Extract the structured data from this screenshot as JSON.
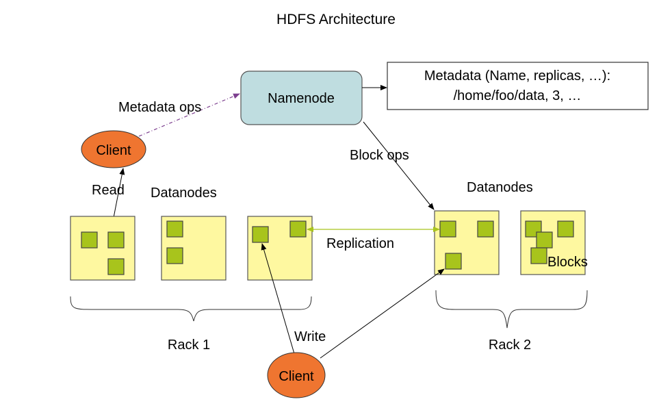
{
  "title": "HDFS Architecture",
  "namenode": {
    "label": "Namenode"
  },
  "metadata_box": {
    "line1": "Metadata (Name, replicas, …):",
    "line2": "/home/foo/data, 3, …"
  },
  "clients": {
    "read_client": "Client",
    "write_client": "Client"
  },
  "edges": {
    "metadata_ops": "Metadata ops",
    "block_ops": "Block ops",
    "read": "Read",
    "write": "Write",
    "replication": "Replication"
  },
  "racks": [
    {
      "label": "Rack 1",
      "datanodes_label": "Datanodes",
      "datanode_count": 3,
      "blocks_per_datanode": [
        3,
        2,
        2
      ]
    },
    {
      "label": "Rack 2",
      "datanodes_label": "Datanodes",
      "datanode_count": 2,
      "blocks_per_datanode": [
        3,
        4
      ]
    }
  ],
  "blocks_label": "Blocks",
  "colors": {
    "namenode_fill": "#bfdde0",
    "client_fill": "#ef7530",
    "datanode_fill": "#fef8a0",
    "block_fill": "#a8c41c",
    "replication_line": "#a8c41c",
    "metadata_ops_line": "#7d3f8f"
  }
}
